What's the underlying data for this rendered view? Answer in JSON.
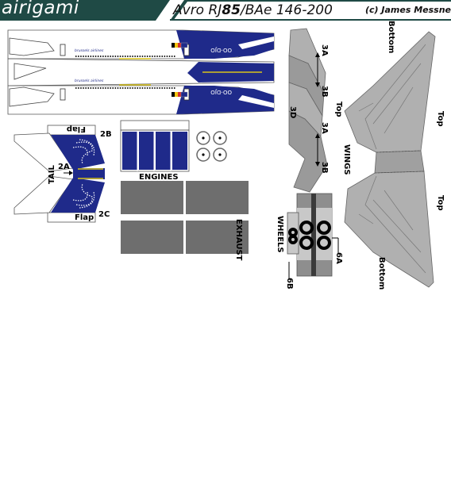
{
  "header": {
    "brand": "airigami",
    "title_prefix": "Avro RJ",
    "title_number": "85",
    "title_suffix": "/BAe 146-200",
    "copyright": "(c) James Messner"
  },
  "fuselage": {
    "registration_top": "OO-DJO",
    "registration_bottom": "OO-DJO",
    "airline_top": "brussels airlines",
    "airline_bottom": "brussels airlines"
  },
  "labels": {
    "flap_top": "Flap",
    "flap_bottom": "Flap",
    "part_2b": "2B",
    "part_2a": "2A",
    "part_2c": "2C",
    "tail": "TAIL",
    "engines": "ENGINES",
    "exhaust": "EXHAUST",
    "part_3a_top": "3A",
    "part_3b_top": "3B",
    "part_3d": "3D",
    "top_left": "Top",
    "part_3a_bottom": "3A",
    "part_3b_bottom": "3B",
    "wings": "WINGS",
    "wheels": "WHEELS",
    "part_6a": "6A",
    "part_6b": "6B",
    "wing_bottom_upper": "Bottom",
    "wing_top_upper": "Top",
    "wing_top_lower": "Top",
    "wing_bottom_lower": "Bottom"
  },
  "colors": {
    "brand_bg": "#1f4a45",
    "livery_blue": "#1f2a8a",
    "part_gray": "#b0b0b0",
    "exhaust_gray": "#6e6e6e"
  }
}
